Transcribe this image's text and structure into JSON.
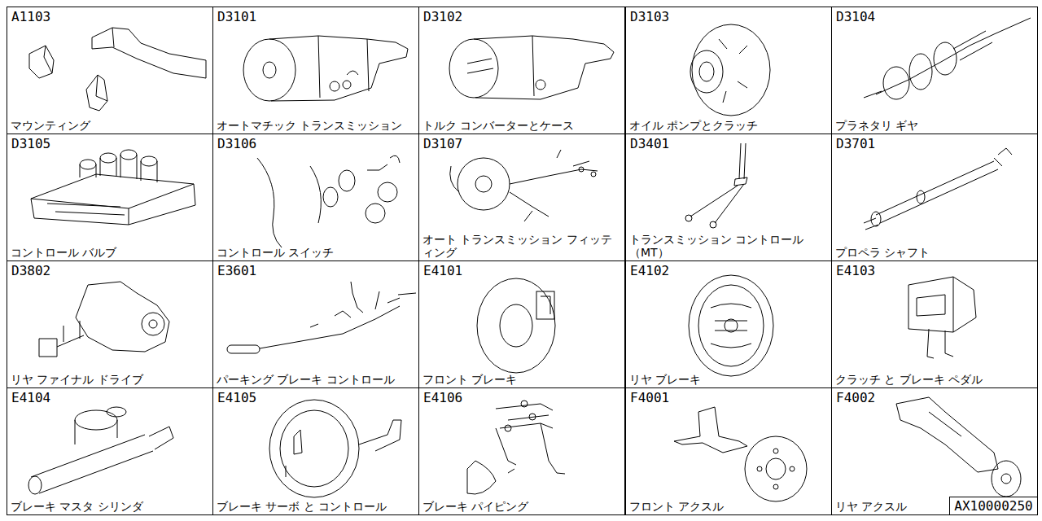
{
  "diagram": {
    "nodes": [
      {
        "text": [
          "A1103",
          "マウンティング"
        ]
      },
      {
        "text": [
          "D3101",
          "オートマチック トランスミッション"
        ]
      },
      {
        "text": [
          "D3102",
          "トルク コンバーターとケース"
        ]
      },
      {
        "text": [
          "D3103",
          "オイル ポンプとクラッチ"
        ]
      },
      {
        "text": [
          "D3104",
          "プラネタリ ギヤ"
        ]
      },
      {
        "text": [
          "D3105",
          "コントロール バルブ"
        ]
      },
      {
        "text": [
          "D3106",
          "コントロール スイッチ"
        ]
      },
      {
        "text": [
          "D3107",
          "オート トランスミッション フィッティング"
        ]
      },
      {
        "text": [
          "D3401",
          "トランスミッション コントロール（MT）"
        ]
      },
      {
        "text": [
          "D3701",
          "プロペラ シャフト"
        ]
      },
      {
        "text": [
          "D3802",
          "リヤ ファイナル ドライブ"
        ]
      },
      {
        "text": [
          "E3601",
          "パーキング ブレーキ コントロール"
        ]
      },
      {
        "text": [
          "E4101",
          "フロント ブレーキ"
        ]
      },
      {
        "text": [
          "E4102",
          "リヤ ブレーキ"
        ]
      },
      {
        "text": [
          "E4103",
          "クラッチ と ブレーキ ペダル"
        ]
      },
      {
        "text": [
          "E4104",
          "ブレーキ マスタ シリンダ"
        ]
      },
      {
        "text": [
          "E4105",
          "ブレーキ サーボ と コントロール"
        ]
      },
      {
        "text": [
          "E4106",
          "ブレーキ パイピング"
        ]
      },
      {
        "text": [
          "F4001",
          "フロント アクスル"
        ]
      },
      {
        "text": [
          "F4002",
          "リヤ アクスル"
        ]
      },
      {
        "text": [
          "AX10000250"
        ],
        "in": 19
      }
    ]
  }
}
